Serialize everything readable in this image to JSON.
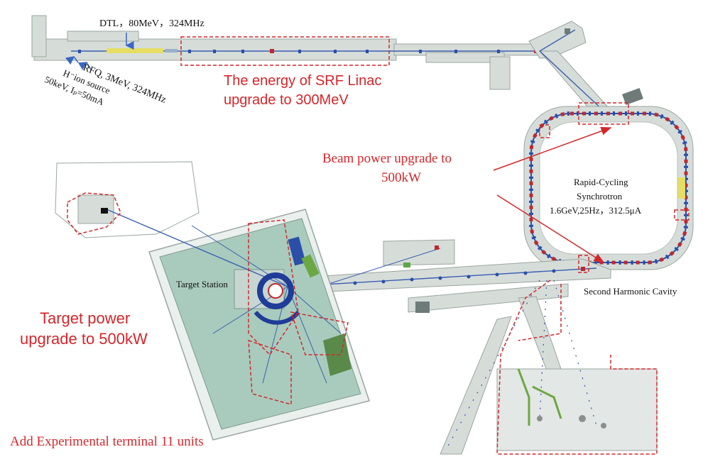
{
  "labels": {
    "dtl": "DTL，80MeV，324MHz",
    "rfq": "RFQ, 3MeV, 324MHz",
    "ion_source_line1": "H⁻ion source",
    "ion_source_line2": "50keV, Iₚ=50mA",
    "srf_line1": "The energy of SRF Linac",
    "srf_line2": "upgrade to 300MeV",
    "beam_line1": "Beam power upgrade to",
    "beam_line2": "500kW",
    "rcs_line1": "Rapid-Cycling",
    "rcs_line2": "Synchrotron",
    "rcs_line3": "1.6GeV,25Hz，312.5μA",
    "target_station": "Target Station",
    "shc": "Second Harmonic Cavity",
    "target_power_line1": "Target power",
    "target_power_line2": "upgrade to 500kW",
    "terminals": "Add Experimental terminal 11 units"
  },
  "colors": {
    "annotation_red": "#d4262a",
    "building_fill": "#d6ddd9",
    "building_stroke": "#9aa5a0",
    "target_hall": "#a9cbbd",
    "beamline_blue": "#2b4fa8",
    "magnet_red": "#c0282d"
  }
}
